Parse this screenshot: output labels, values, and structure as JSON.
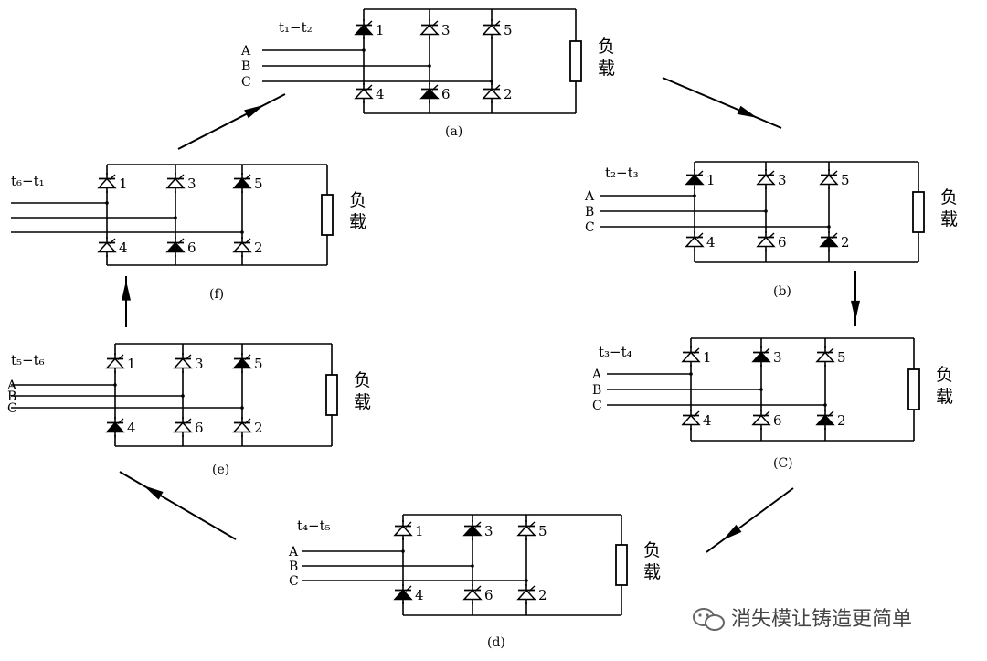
{
  "diagram": {
    "panels": [
      {
        "id": "a",
        "caption": "(a)",
        "interval": "t₁−t₂",
        "phases": [
          "A",
          "B",
          "C"
        ],
        "load_label": [
          "负",
          "载"
        ],
        "thyristor_labels": {
          "t1": "1",
          "t3": "3",
          "t5": "5",
          "t4": "4",
          "t6": "6",
          "t2": "2"
        },
        "conducting": [
          "t1",
          "t6"
        ]
      },
      {
        "id": "b",
        "caption": "(b)",
        "interval": "t₂−t₃",
        "phases": [
          "A",
          "B",
          "C"
        ],
        "load_label": [
          "负",
          "载"
        ],
        "thyristor_labels": {
          "t1": "1",
          "t3": "3",
          "t5": "5",
          "t4": "4",
          "t6": "6",
          "t2": "2"
        },
        "conducting": [
          "t1",
          "t2"
        ]
      },
      {
        "id": "c",
        "caption": "(C)",
        "interval": "t₃−t₄",
        "phases": [
          "A",
          "B",
          "C"
        ],
        "load_label": [
          "负",
          "载"
        ],
        "thyristor_labels": {
          "t1": "1",
          "t3": "3",
          "t5": "5",
          "t4": "4",
          "t6": "6",
          "t2": "2"
        },
        "conducting": [
          "t3",
          "t2"
        ]
      },
      {
        "id": "d",
        "caption": "(d)",
        "interval": "t₄−t₅",
        "phases": [
          "A",
          "B",
          "C"
        ],
        "load_label": [
          "负",
          "载"
        ],
        "thyristor_labels": {
          "t1": "1",
          "t3": "3",
          "t5": "5",
          "t4": "4",
          "t6": "6",
          "t2": "2"
        },
        "conducting": [
          "t3",
          "t4"
        ]
      },
      {
        "id": "e",
        "caption": "(e)",
        "interval": "t₅−t₆",
        "phases": [
          "A",
          "B",
          "C"
        ],
        "load_label": [
          "负",
          "载"
        ],
        "thyristor_labels": {
          "t1": "1",
          "t3": "3",
          "t5": "5",
          "t4": "4",
          "t6": "6",
          "t2": "2"
        },
        "conducting": [
          "t5",
          "t4"
        ]
      },
      {
        "id": "f",
        "caption": "(f)",
        "interval": "t₆−t₁",
        "phases": [],
        "load_label": [
          "负",
          "载"
        ],
        "thyristor_labels": {
          "t1": "1",
          "t3": "3",
          "t5": "5",
          "t4": "4",
          "t6": "6",
          "t2": "2"
        },
        "conducting": [
          "t5",
          "t6"
        ]
      }
    ],
    "watermark": {
      "icon": "wechat-icon",
      "text": "消失模让铸造更简单"
    },
    "colors": {
      "line": "#000000",
      "background": "#ffffff"
    }
  }
}
